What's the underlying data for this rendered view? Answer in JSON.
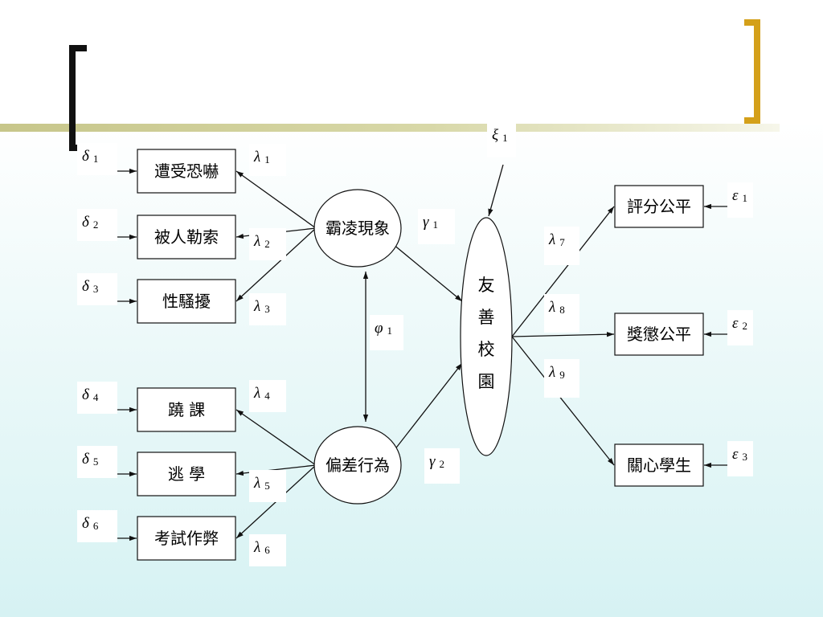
{
  "diagram": {
    "observed_left": [
      {
        "id": "x1",
        "label": "遭受恐嚇",
        "error": "δ",
        "error_sub": "1",
        "loading": "λ",
        "loading_sub": "1"
      },
      {
        "id": "x2",
        "label": "被人勒索",
        "error": "δ",
        "error_sub": "2",
        "loading": "λ",
        "loading_sub": "2"
      },
      {
        "id": "x3",
        "label": "性騷擾",
        "error": "δ",
        "error_sub": "3",
        "loading": "λ",
        "loading_sub": "3"
      },
      {
        "id": "x4",
        "label": "蹺 課",
        "error": "δ",
        "error_sub": "4",
        "loading": "λ",
        "loading_sub": "4"
      },
      {
        "id": "x5",
        "label": "逃 學",
        "error": "δ",
        "error_sub": "5",
        "loading": "λ",
        "loading_sub": "5"
      },
      {
        "id": "x6",
        "label": "考試作弊",
        "error": "δ",
        "error_sub": "6",
        "loading": "λ",
        "loading_sub": "6"
      }
    ],
    "latent_exogenous": [
      {
        "id": "bullying",
        "label": "霸凌現象",
        "path": "γ",
        "path_sub": "1"
      },
      {
        "id": "deviance",
        "label": "偏差行為",
        "path": "γ",
        "path_sub": "2"
      }
    ],
    "correlation": {
      "symbol": "φ",
      "sub": "1"
    },
    "latent_endogenous": {
      "id": "friendly",
      "label_chars": [
        "友",
        "善",
        "校",
        "園"
      ],
      "disturbance": "ξ",
      "disturbance_sub": "1"
    },
    "observed_right": [
      {
        "id": "y1",
        "label": "評分公平",
        "error": "ε",
        "error_sub": "1",
        "loading": "λ",
        "loading_sub": "7"
      },
      {
        "id": "y2",
        "label": "獎懲公平",
        "error": "ε",
        "error_sub": "2",
        "loading": "λ",
        "loading_sub": "8"
      },
      {
        "id": "y3",
        "label": "關心學生",
        "error": "ε",
        "error_sub": "3",
        "loading": "λ",
        "loading_sub": "9"
      }
    ]
  },
  "colors": {
    "bracket_left": "#111111",
    "bracket_right": "#d4a01a",
    "rule_bar": "#c9c98a"
  }
}
